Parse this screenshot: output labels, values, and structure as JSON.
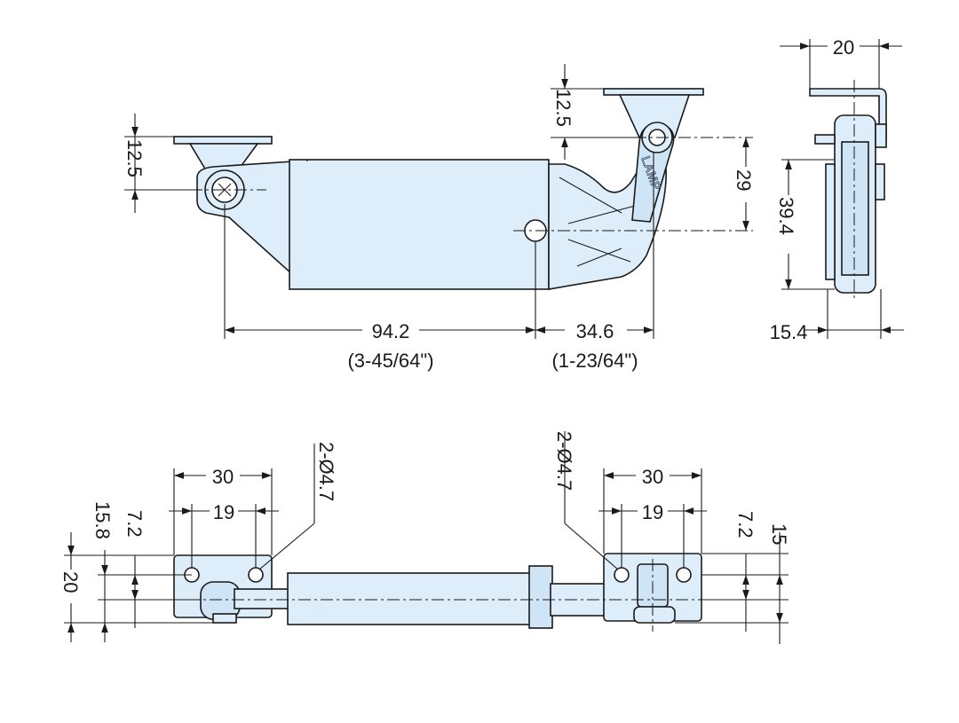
{
  "brand": "LAMP",
  "colors": {
    "part_fill": "#ddeefa",
    "line": "#1a1a1a"
  },
  "front_view": {
    "dim_left_height": "12.5",
    "dim_right_height": "12.5",
    "dim_pivot_offset": "29",
    "dim_length_main": "94.2",
    "dim_length_main_inch": "(3-45/64\")",
    "dim_arm_length": "34.6",
    "dim_arm_length_inch": "(1-23/64\")"
  },
  "side_view": {
    "dim_width_top": "20",
    "dim_height": "39.4",
    "dim_thickness": "15.4"
  },
  "top_view": {
    "left_hole_note": "2-Ø4.7",
    "right_hole_note": "2-Ø4.7",
    "left_bracket_width": "30",
    "left_hole_pitch": "19",
    "right_bracket_width": "30",
    "right_hole_pitch": "19",
    "left_dim_15_8": "15.8",
    "left_dim_7_2": "7.2",
    "left_dim_20": "20",
    "right_dim_7_2": "7.2",
    "right_dim_15": "15"
  }
}
